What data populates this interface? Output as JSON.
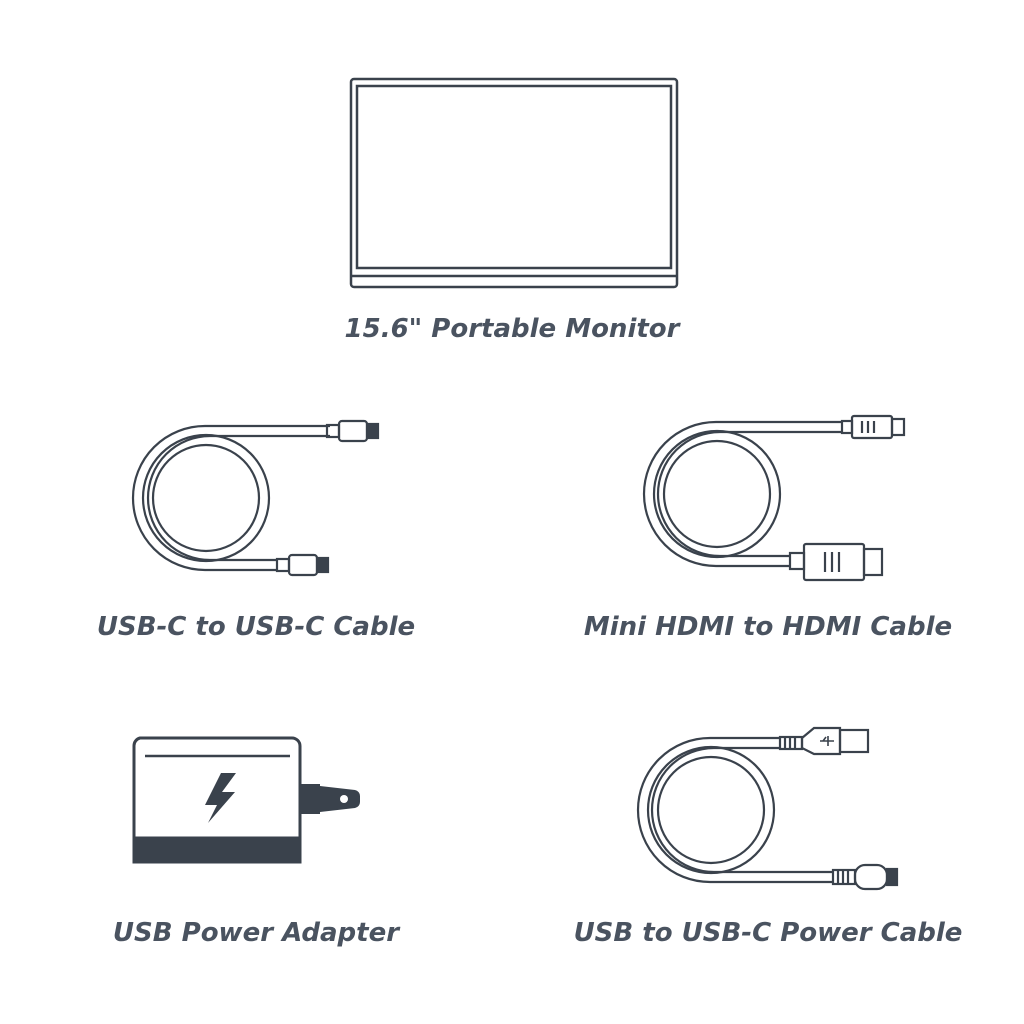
{
  "items": {
    "monitor": {
      "label": "15.6\" Portable Monitor",
      "icon": "portable-monitor-icon"
    },
    "usbc_cable": {
      "label": "USB-C to USB-C Cable",
      "icon": "usb-c-cable-icon"
    },
    "hdmi_cable": {
      "label": "Mini HDMI to HDMI Cable",
      "icon": "hdmi-cable-icon"
    },
    "power_adapter": {
      "label": "USB Power Adapter",
      "icon": "power-adapter-icon"
    },
    "power_cable": {
      "label": "USB to USB-C Power Cable",
      "icon": "usb-power-cable-icon"
    }
  },
  "colors": {
    "stroke": "#3a424c",
    "text": "#4a5360",
    "background": "#ffffff"
  }
}
